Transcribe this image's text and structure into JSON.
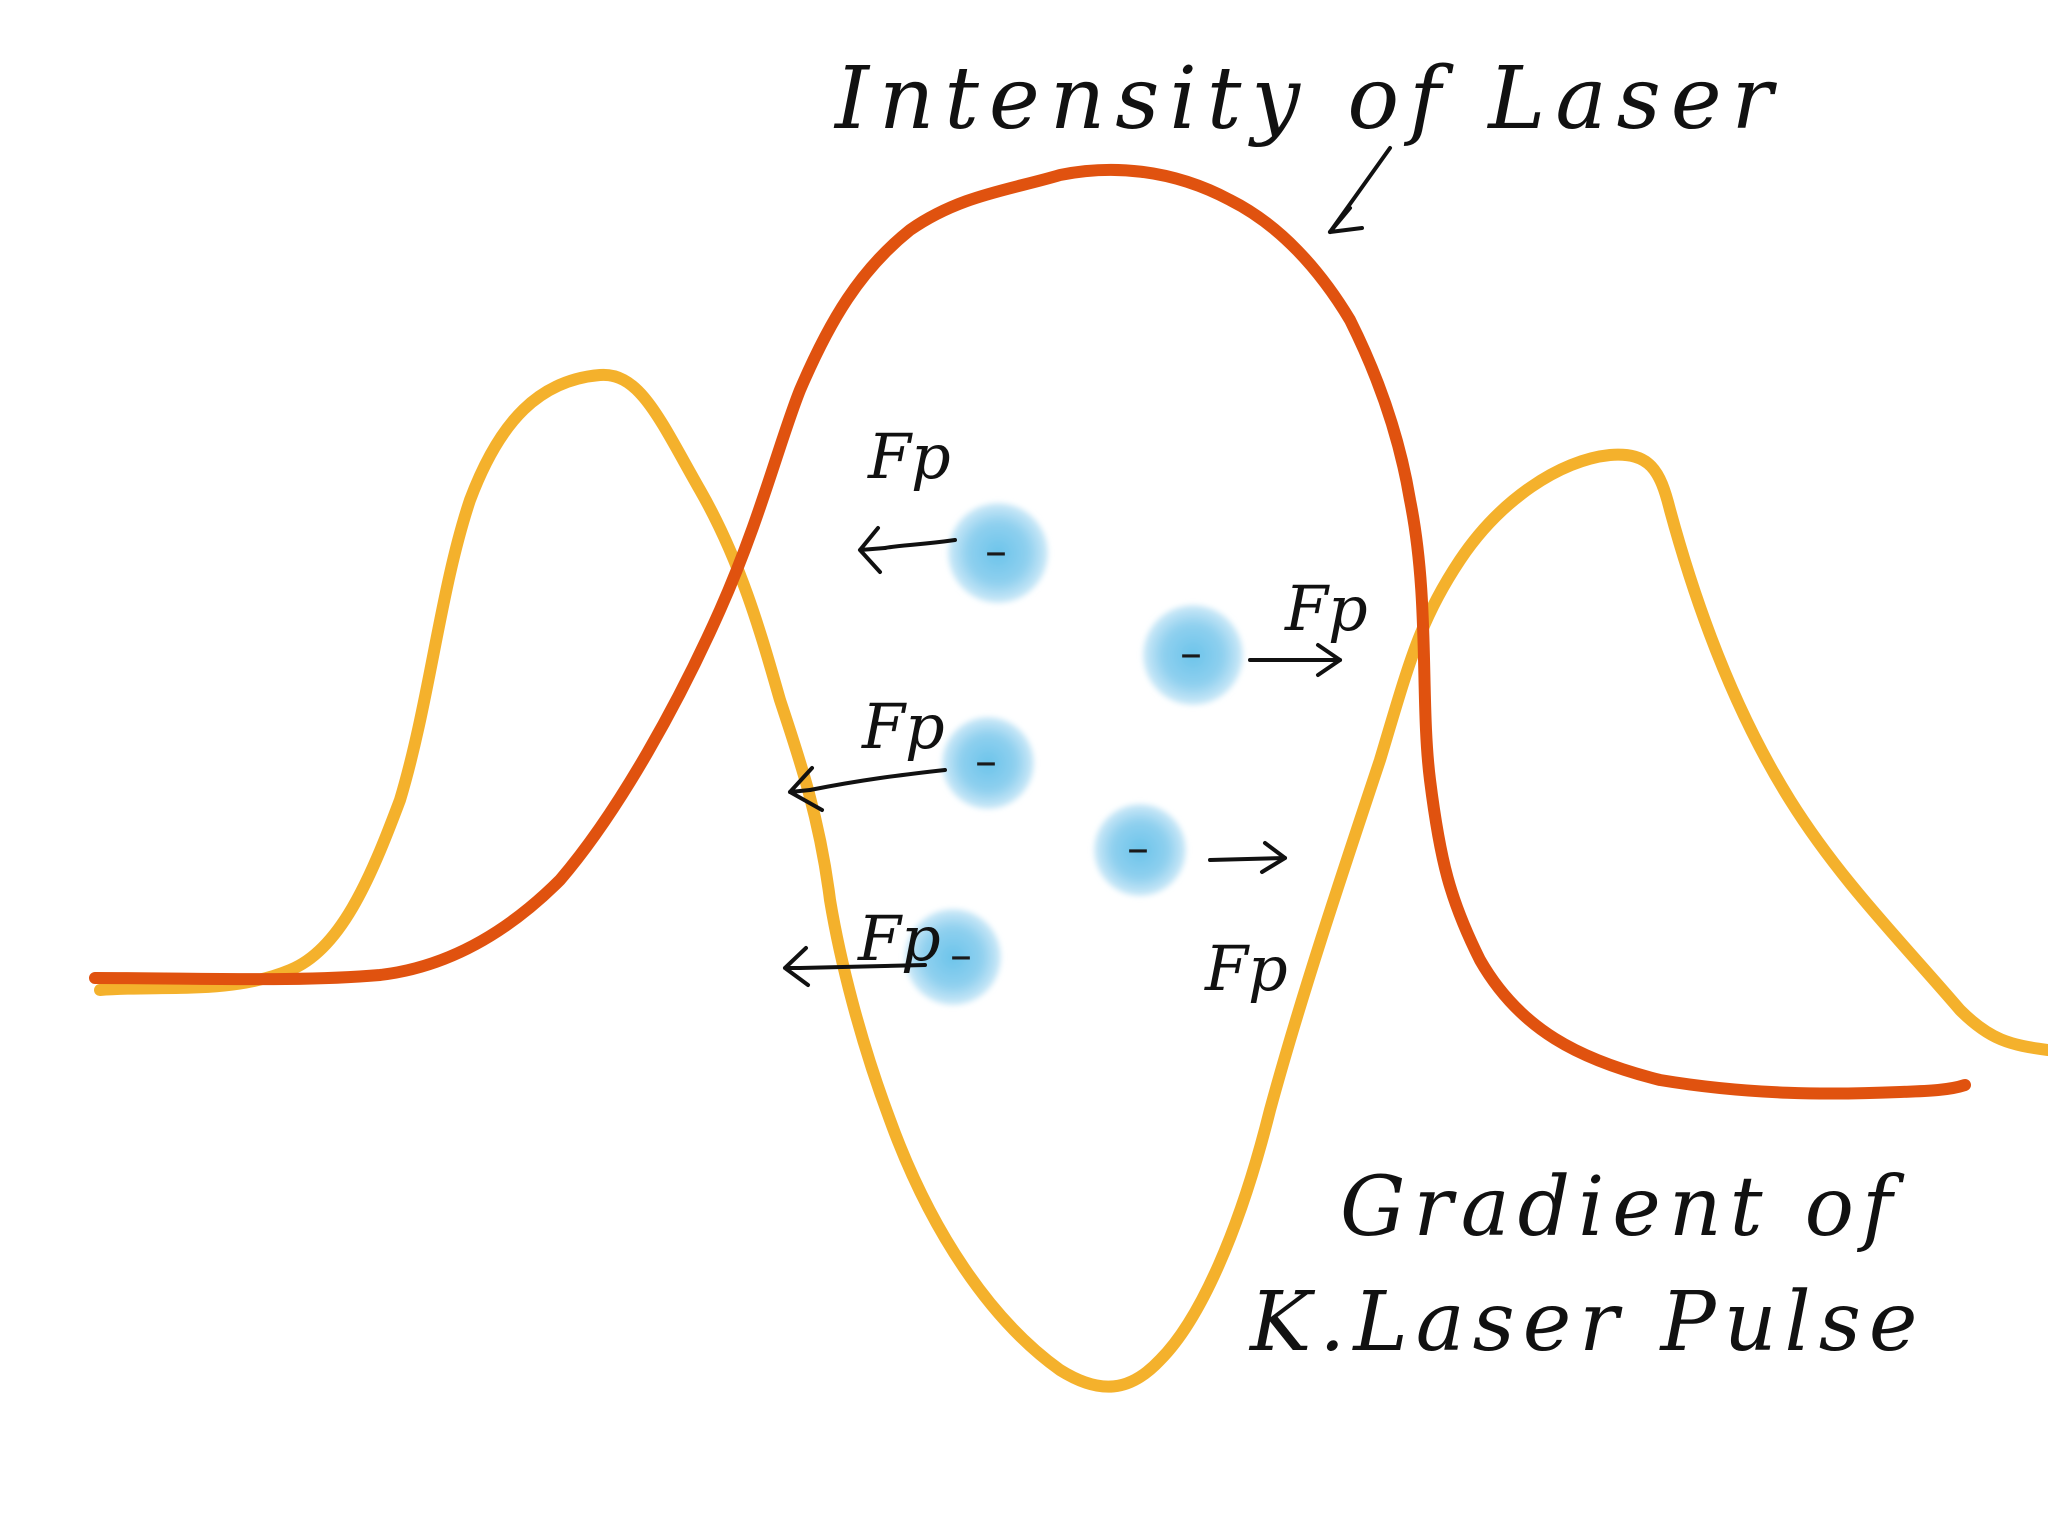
{
  "labels": {
    "intensity": "Intensity of Laser",
    "gradient_line1": "Gradient of",
    "gradient_line2": "K.Laser Pulse"
  },
  "particles": [
    {
      "sign": "–",
      "force_label": "Fp"
    },
    {
      "sign": "–",
      "force_label": "Fp"
    },
    {
      "sign": "–",
      "force_label": "Fp"
    },
    {
      "sign": "–",
      "force_label": "Fp"
    },
    {
      "sign": "–",
      "force_label": "Fp"
    }
  ],
  "colors": {
    "intensity_curve": "#e0520f",
    "gradient_curve": "#f4b12c",
    "particle": "#9fd6ee",
    "ink": "#111111"
  }
}
